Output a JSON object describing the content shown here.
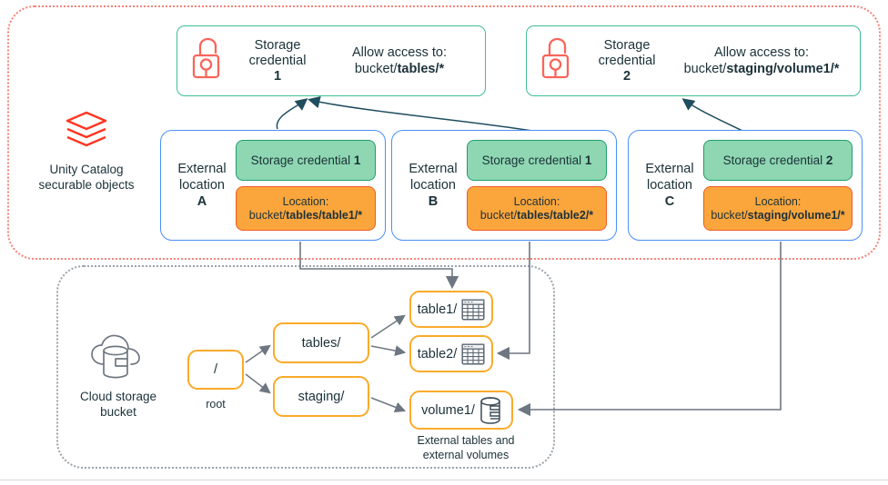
{
  "colors": {
    "uc_region_border": "#F4837A",
    "cloud_region_border": "#9AA3AA",
    "credential_card_border": "#3FBF8F",
    "external_location_border": "#4A8FF7",
    "chip_green_fill": "#8ED7B2",
    "chip_green_border": "#1E9E6A",
    "chip_orange_fill": "#FBA63C",
    "chip_orange_border": "#F05A28",
    "node_border": "#FBAA2A",
    "lock_icon": "#F9655B",
    "databricks_logo": "#FF3621",
    "arrow_gray": "#6E7781",
    "arrow_navy": "#1F4E5F",
    "text": "#1B3139"
  },
  "regions": {
    "unity_catalog": {
      "legend_label": "Unity Catalog\nsecurable objects",
      "icon": "databricks-layers-icon"
    },
    "cloud_storage": {
      "legend_label": "Cloud storage\nbucket",
      "icon": "cloud-database-icon"
    }
  },
  "credentials": [
    {
      "id": "credential-1",
      "icon": "open-padlock-icon",
      "title_line1": "Storage",
      "title_line2": "credential",
      "title_number": "1",
      "allow_label": "Allow access to:",
      "allow_prefix": "bucket/",
      "allow_path": "tables/*"
    },
    {
      "id": "credential-2",
      "icon": "open-padlock-icon",
      "title_line1": "Storage",
      "title_line2": "credential",
      "title_number": "2",
      "allow_label": "Allow access to:",
      "allow_prefix": "bucket/",
      "allow_path": "staging/volume1/*"
    }
  ],
  "external_locations": [
    {
      "id": "external-location-a",
      "name_line1": "External",
      "name_line2": "location",
      "name_letter": "A",
      "credential_label": "Storage credential",
      "credential_number": "1",
      "location_label": "Location:",
      "location_prefix": "bucket/",
      "location_path": "tables/table1/*"
    },
    {
      "id": "external-location-b",
      "name_line1": "External",
      "name_line2": "location",
      "name_letter": "B",
      "credential_label": "Storage credential",
      "credential_number": "1",
      "location_label": "Location:",
      "location_prefix": "bucket/",
      "location_path": "tables/table2/*"
    },
    {
      "id": "external-location-c",
      "name_line1": "External",
      "name_line2": "location",
      "name_letter": "C",
      "credential_label": "Storage credential",
      "credential_number": "2",
      "location_label": "Location:",
      "location_prefix": "bucket/",
      "location_path": "staging/volume1/*"
    }
  ],
  "tree": {
    "root": {
      "label": "/",
      "caption": "root"
    },
    "folders": [
      {
        "id": "node-tables",
        "label": "tables/"
      },
      {
        "id": "node-staging",
        "label": "staging/"
      }
    ],
    "leaves": [
      {
        "id": "node-table1",
        "label": "table1/",
        "icon": "table-grid-icon"
      },
      {
        "id": "node-table2",
        "label": "table2/",
        "icon": "table-grid-icon"
      },
      {
        "id": "node-volume1",
        "label": "volume1/",
        "icon": "volume-cylinder-icon"
      }
    ],
    "caption": "External tables and\nexternal volumes"
  }
}
